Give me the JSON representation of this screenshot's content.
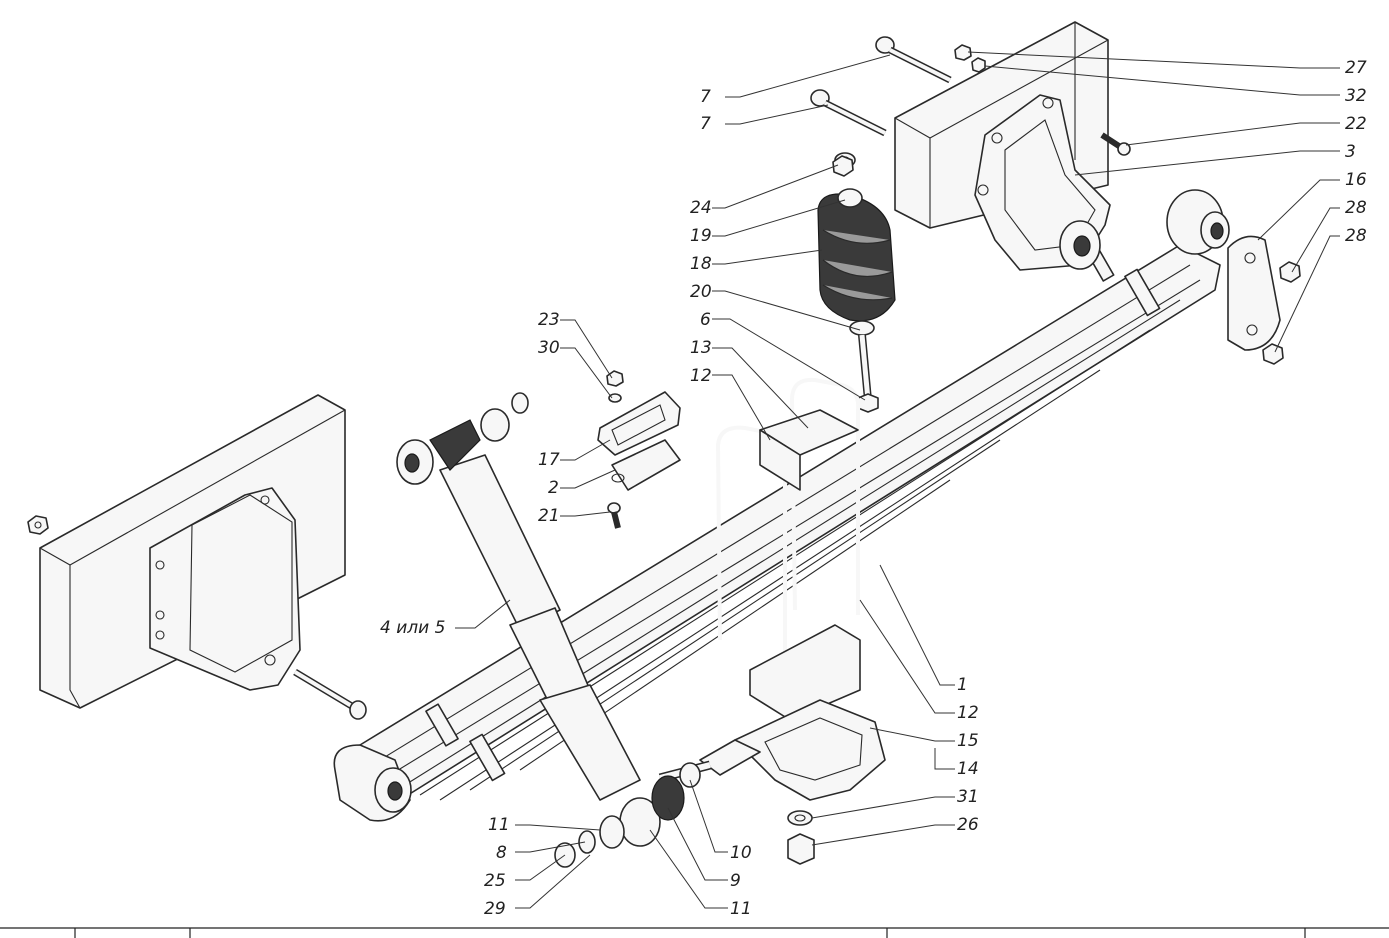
{
  "diagram": {
    "callouts": [
      {
        "id": "c27",
        "text": "27"
      },
      {
        "id": "c32",
        "text": "32"
      },
      {
        "id": "c22",
        "text": "22"
      },
      {
        "id": "c3",
        "text": "3"
      },
      {
        "id": "c16",
        "text": "16"
      },
      {
        "id": "c28a",
        "text": "28"
      },
      {
        "id": "c28b",
        "text": "28"
      },
      {
        "id": "c7a",
        "text": "7"
      },
      {
        "id": "c7b",
        "text": "7"
      },
      {
        "id": "c24",
        "text": "24"
      },
      {
        "id": "c19",
        "text": "19"
      },
      {
        "id": "c18",
        "text": "18"
      },
      {
        "id": "c20",
        "text": "20"
      },
      {
        "id": "c6",
        "text": "6"
      },
      {
        "id": "c13",
        "text": "13"
      },
      {
        "id": "c12a",
        "text": "12"
      },
      {
        "id": "c23",
        "text": "23"
      },
      {
        "id": "c30",
        "text": "30"
      },
      {
        "id": "c17",
        "text": "17"
      },
      {
        "id": "c2",
        "text": "2"
      },
      {
        "id": "c21",
        "text": "21"
      },
      {
        "id": "c4or5",
        "text": "4 или 5"
      },
      {
        "id": "c1",
        "text": "1"
      },
      {
        "id": "c12b",
        "text": "12"
      },
      {
        "id": "c15",
        "text": "15"
      },
      {
        "id": "c14",
        "text": "14"
      },
      {
        "id": "c31",
        "text": "31"
      },
      {
        "id": "c26",
        "text": "26"
      },
      {
        "id": "c11a",
        "text": "11"
      },
      {
        "id": "c8",
        "text": "8"
      },
      {
        "id": "c10",
        "text": "10"
      },
      {
        "id": "c9",
        "text": "9"
      },
      {
        "id": "c25",
        "text": "25"
      },
      {
        "id": "c29",
        "text": "29"
      },
      {
        "id": "c11b",
        "text": "11"
      }
    ]
  }
}
